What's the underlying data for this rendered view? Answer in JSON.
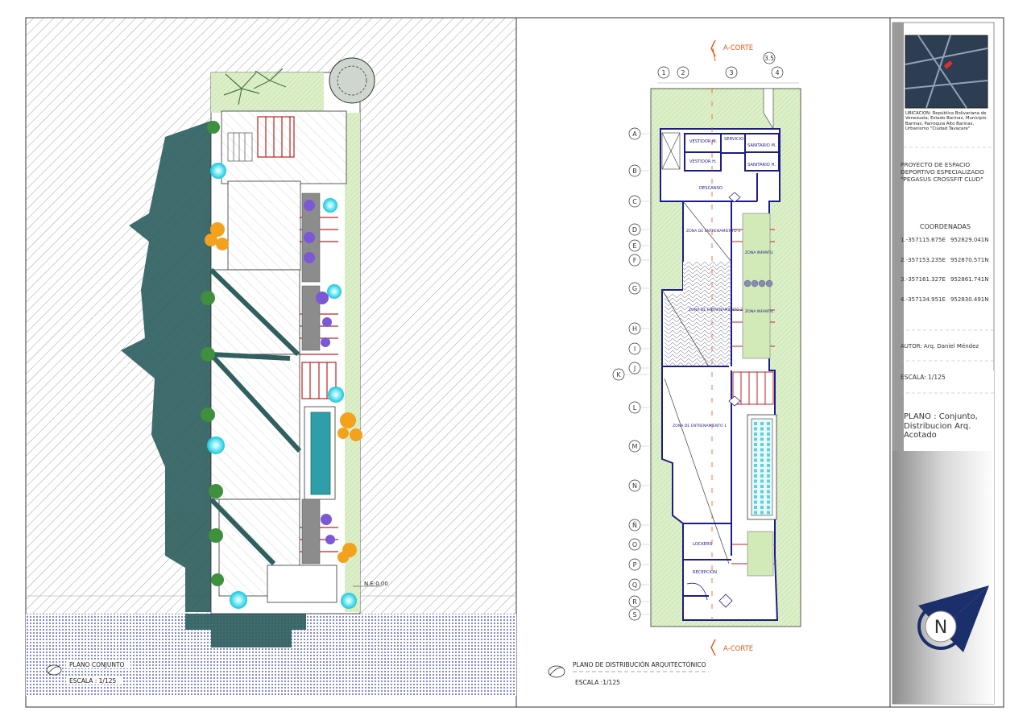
{
  "site_plan": {
    "title": "PLANO CONJUNTO",
    "scale": "ESCALA : 1/125",
    "level_label": "N.E:0.00"
  },
  "floor_plan": {
    "title": "PLANO DE DISTRIBUCIÓN ARQUITECTÓNICO",
    "scale": "ESCALA :1/125",
    "section_label_top": "A-CORTE",
    "section_label_bottom": "A-CORTE",
    "grid_columns": [
      "1",
      "2",
      "3",
      "3.5",
      "4"
    ],
    "grid_rows": [
      "A",
      "B",
      "C",
      "D",
      "E",
      "F",
      "G",
      "H",
      "I",
      "J",
      "K",
      "L",
      "M",
      "N",
      "Ñ",
      "O",
      "P",
      "Q",
      "R",
      "S"
    ],
    "rooms": {
      "vestidor_m": "VESTIDOR M.",
      "vestidor_h": "VESTIDOR H.",
      "servicio": "SERVICIO",
      "sanitario_m": "SANITARIO M.",
      "sanitario_h": "SANITARIO H.",
      "descanso": "DESCANSO",
      "zona_3": "ZONA DE ENTRENAMIENTO 3",
      "zona_2": "ZONA DE ENTRENAMIENTO 2",
      "zona_1": "ZONA DE ENTRENAMIENTO 1",
      "zona_infantil_1": "ZONA INFANTIL",
      "zona_infantil_2": "ZONA INFANTIL",
      "lockers": "LOCKERS",
      "recepcion": "RECEPCION"
    }
  },
  "title_block": {
    "location": "UBICACIÓN: República Bolivariana de Venezuela, Estado Barinas, Municipio Barinas, Parroquia Alto Barinas, Urbanismo \"Ciudad Tavacare\"",
    "project": "PROYECTO DE ESPACIO DEPORTIVO ESPECIALIZADO \"PEGASUS CROSSFIT CLUD\"",
    "coords_heading": "COORDENADAS",
    "coords": [
      {
        "label": "1.-357115.675E",
        "value": "952829.041N"
      },
      {
        "label": "2.-357153.235E",
        "value": "952870.571N"
      },
      {
        "label": "3.-357161.327E",
        "value": "952861.741N"
      },
      {
        "label": "4.-357134.951E",
        "value": "952830.491N"
      }
    ],
    "author": "AUTOR: Arq. Daniel Méndez",
    "scale": "ESCALA: 1/125",
    "plan_title": "PLANO : Conjunto, Distribucion Arq. Acotado",
    "north_letter": "N"
  },
  "colors": {
    "hatch": "#7a7a7a",
    "shadow": "#2f5f5f",
    "lawn": "#d8ecc4",
    "pool": "#2ec9d6",
    "wall_blue": "#1c1c8a",
    "pergola_red": "#c02020",
    "water_blue": "#2a36b8",
    "compass_blue": "#1b2f6b"
  }
}
